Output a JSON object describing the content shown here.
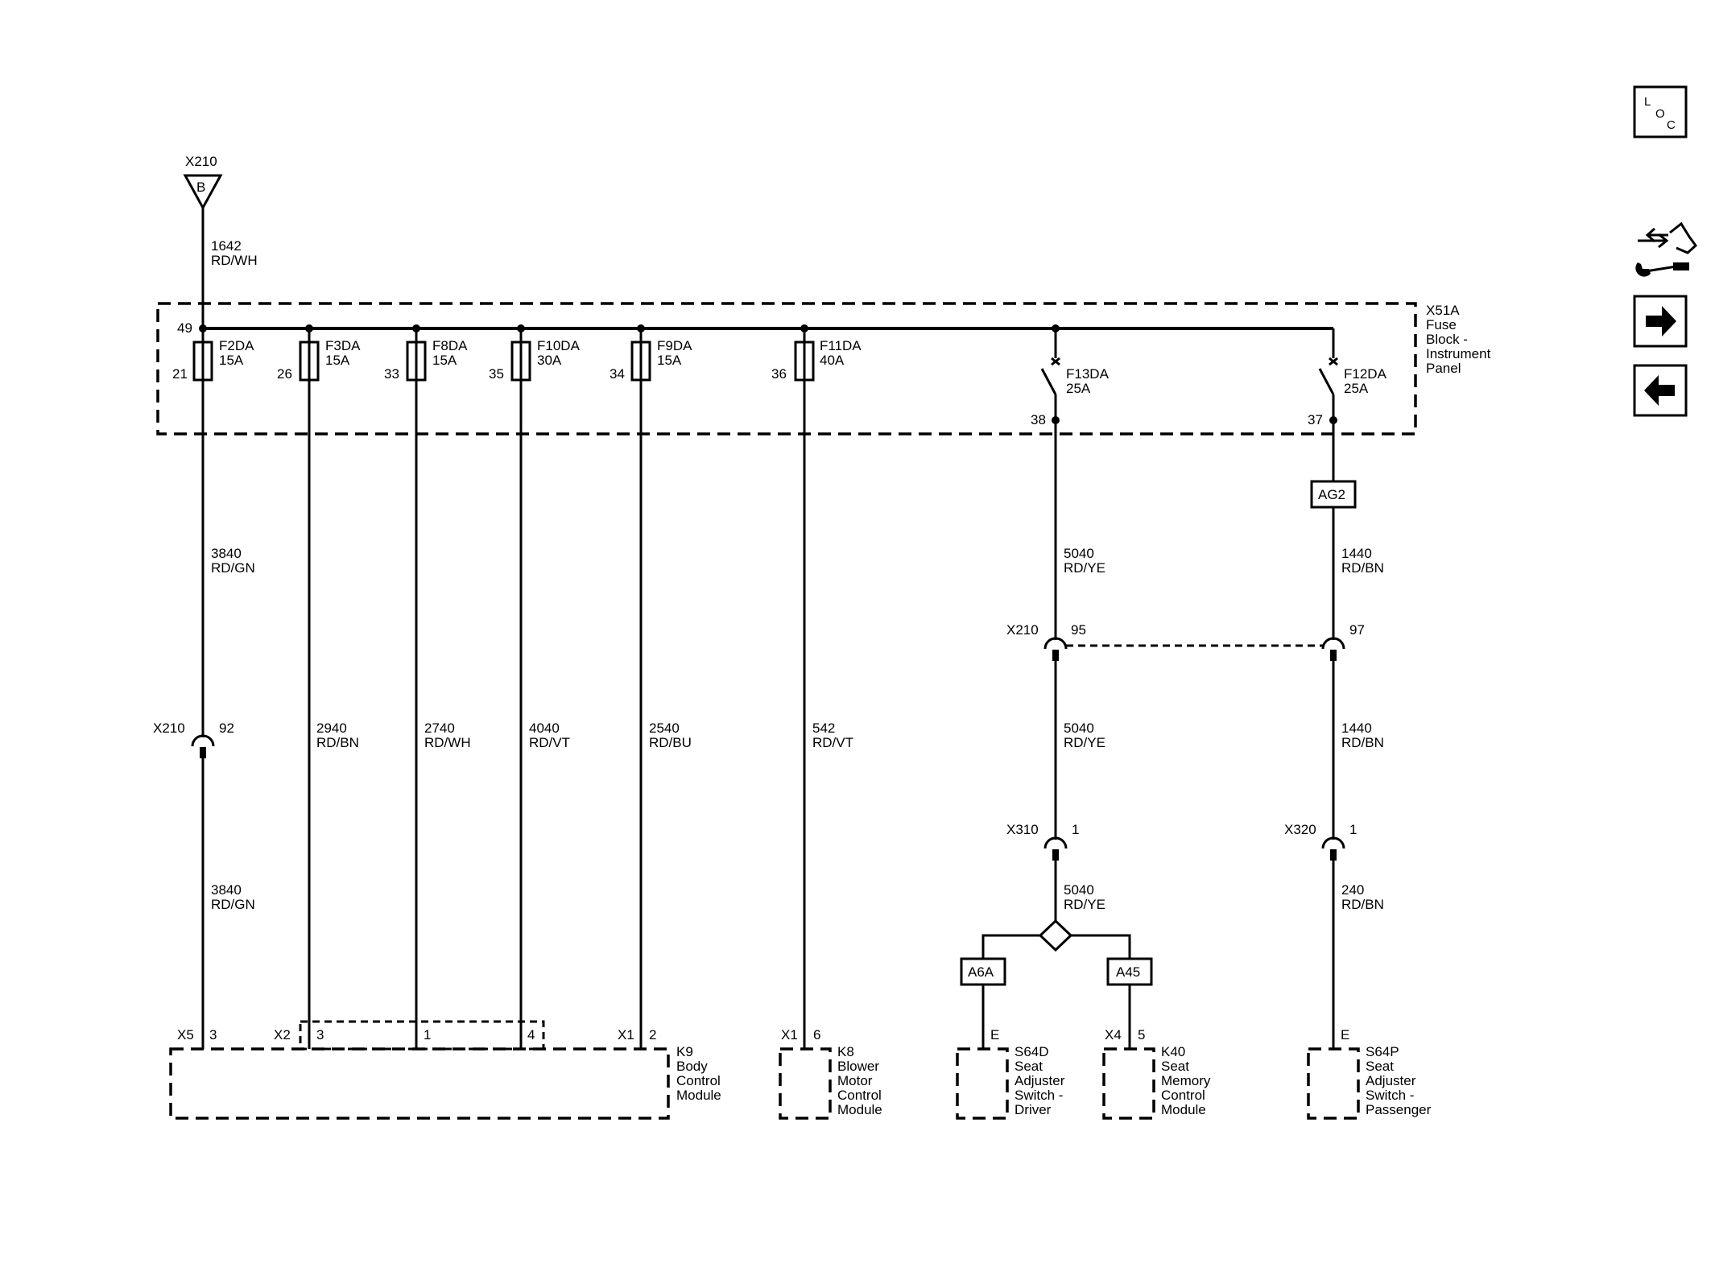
{
  "fuse_block": {
    "name": [
      "X51A",
      "Fuse",
      "Block -",
      "Instrument",
      "Panel"
    ]
  },
  "supply": {
    "connector": "X210",
    "pin": "B",
    "circuit": "1642",
    "color": "RD/WH",
    "bus_pin": "49"
  },
  "fuses": [
    {
      "id": "F2DA",
      "rating": "15A",
      "pin": "21"
    },
    {
      "id": "F3DA",
      "rating": "15A",
      "pin": "26"
    },
    {
      "id": "F8DA",
      "rating": "15A",
      "pin": "33"
    },
    {
      "id": "F10DA",
      "rating": "30A",
      "pin": "35"
    },
    {
      "id": "F9DA",
      "rating": "15A",
      "pin": "34"
    },
    {
      "id": "F11DA",
      "rating": "40A",
      "pin": "36"
    },
    {
      "id": "F13DA",
      "rating": "25A",
      "pin": "38"
    },
    {
      "id": "F12DA",
      "rating": "25A",
      "pin": "37"
    }
  ],
  "wires": {
    "c3840a": {
      "num": "3840",
      "color": "RD/GN"
    },
    "c3840b": {
      "num": "3840",
      "color": "RD/GN"
    },
    "c2940": {
      "num": "2940",
      "color": "RD/BN"
    },
    "c2740": {
      "num": "2740",
      "color": "RD/WH"
    },
    "c4040": {
      "num": "4040",
      "color": "RD/VT"
    },
    "c2540": {
      "num": "2540",
      "color": "RD/BU"
    },
    "c542": {
      "num": "542",
      "color": "RD/VT"
    },
    "c5040a": {
      "num": "5040",
      "color": "RD/YE"
    },
    "c5040b": {
      "num": "5040",
      "color": "RD/YE"
    },
    "c5040c": {
      "num": "5040",
      "color": "RD/YE"
    },
    "c1440a": {
      "num": "1440",
      "color": "RD/BN"
    },
    "c1440b": {
      "num": "1440",
      "color": "RD/BN"
    },
    "c240": {
      "num": "240",
      "color": "RD/BN"
    }
  },
  "inline_connectors": {
    "x210_92": {
      "name": "X210",
      "pin": "92"
    },
    "x210_95": {
      "name": "X210",
      "pin": "95"
    },
    "x210_97": {
      "pin": "97"
    },
    "x310": {
      "name": "X310",
      "pin": "1"
    },
    "x320": {
      "name": "X320",
      "pin": "1"
    }
  },
  "splice_labels": {
    "ag2": "AG2",
    "a6a": "A6A",
    "a45": "A45"
  },
  "module_pins": {
    "k9_x5": "X5",
    "k9_x5_pin": "3",
    "k9_x2": "X2",
    "k9_x2_p3": "3",
    "k9_x2_p1": "1",
    "k9_x2_p4": "4",
    "k9_x1": "X1",
    "k9_x1_pin": "2",
    "k8_x1": "X1",
    "k8_pin": "6",
    "s64d_pin": "E",
    "k40_x4": "X4",
    "k40_pin": "5",
    "s64p_pin": "E"
  },
  "modules": {
    "k9": [
      "K9",
      "Body",
      "Control",
      "Module"
    ],
    "k8": [
      "K8",
      "Blower",
      "Motor",
      "Control",
      "Module"
    ],
    "s64d": [
      "S64D",
      "Seat",
      "Adjuster",
      "Switch -",
      "Driver"
    ],
    "k40": [
      "K40",
      "Seat",
      "Memory",
      "Control",
      "Module"
    ],
    "s64p": [
      "S64P",
      "Seat",
      "Adjuster",
      "Switch -",
      "Passenger"
    ]
  },
  "nav": {
    "loc_l": "L",
    "loc_o": "O",
    "loc_c": "C",
    "loc_icon": "loc-icon",
    "info_icon": "connector-wrench-icon",
    "next_icon": "arrow-right-icon",
    "prev_icon": "arrow-left-icon"
  }
}
